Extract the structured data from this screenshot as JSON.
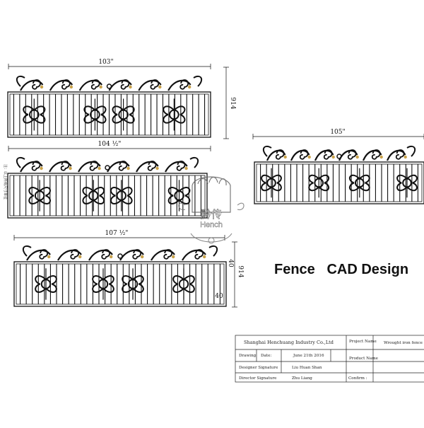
{
  "title": "Fence   CAD Design",
  "panels": [
    {
      "width_label": "103\"",
      "height_label": "914"
    },
    {
      "width_label": "104 ½\"",
      "height_label": ""
    },
    {
      "width_label": "107 ½\"",
      "height_label": "914",
      "extra_label": "40",
      "bottom_label": "40"
    },
    {
      "width_label": "105\"",
      "height_label": ""
    }
  ],
  "watermark": {
    "chinese": "黔传",
    "brand": "Hench"
  },
  "side_text": "注：以上所有尺寸单位",
  "title_block": {
    "company": "Shanghai Henchuang Industry Co.,Ltd",
    "project_label": "Project Name",
    "project_value": "Wrought iron fence",
    "drawing_label": "Drawing",
    "date_label": "Date:",
    "date_value": "June 21th 2016",
    "product_label": "Product Name",
    "designer_label": "Designer Signature",
    "designer_value": "Liu Huan Shan",
    "director_label": "Director Signature",
    "director_value": "Zhu Liang",
    "confirm_label": "Confirm :"
  },
  "colors": {
    "line": "#111111",
    "scroll_accent": "#c9a24a",
    "watermark": "#555555"
  }
}
